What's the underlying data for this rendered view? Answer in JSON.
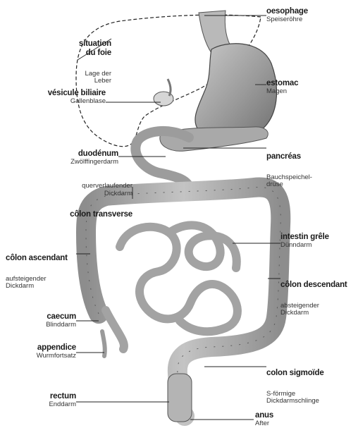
{
  "labels": {
    "oesophage": {
      "fr": "oesophage",
      "de": "Speiseröhre"
    },
    "foie": {
      "fr": "situation\ndu foie",
      "de": "Lage der\nLeber"
    },
    "estomac": {
      "fr": "estomac",
      "de": "Magen"
    },
    "vesicule": {
      "fr": "vésicule biliaire",
      "de": "Gallenblase"
    },
    "pancreas": {
      "fr": "pancréas",
      "de": "Bauchspeichel-\ndrüse"
    },
    "duodenum": {
      "fr": "duodénum",
      "de": "Zwölffingerdarm"
    },
    "colon_transverse": {
      "fr": "côlon transverse",
      "de": "querverlaufender\nDickdarm"
    },
    "intestin_grele": {
      "fr": "intestin grêle",
      "de": "Dünndarm"
    },
    "colon_ascendant": {
      "fr": "côlon ascendant",
      "de": "aufsteigender\nDickdarm"
    },
    "colon_descendant": {
      "fr": "côlon descendant",
      "de": "absteigender\nDickdarm"
    },
    "caecum": {
      "fr": "caecum",
      "de": "Blinddarm"
    },
    "appendice": {
      "fr": "appendice",
      "de": "Wurmfortsatz"
    },
    "colon_sigmoide": {
      "fr": "colon sigmoïde",
      "de": "S-förmige\nDickdarmschlinge"
    },
    "rectum": {
      "fr": "rectum",
      "de": "Enddarm"
    },
    "anus": {
      "fr": "anus",
      "de": "After"
    }
  }
}
